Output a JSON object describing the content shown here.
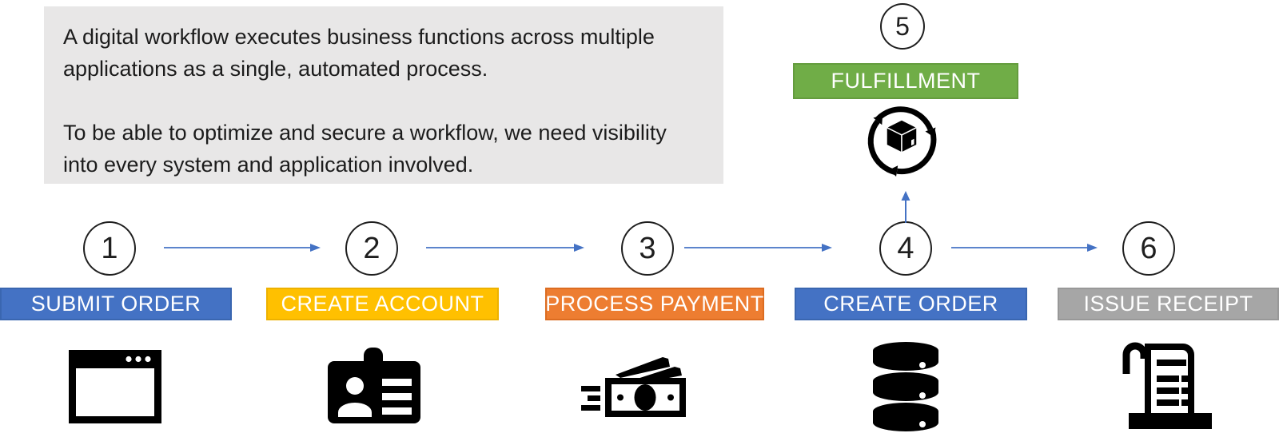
{
  "info_panel": {
    "paragraph1": "A digital workflow executes business functions across multiple applications as a single, automated process.",
    "paragraph2": "To be able to optimize and secure a workflow, we need visibility into every system and application involved."
  },
  "colors": {
    "arrow": "#4472C4",
    "icon": "#000000",
    "panel_bg": "#E8E7E7",
    "circle_outline": "#1F1F1F",
    "label_text": "#FFFFFF"
  },
  "steps": [
    {
      "number": "1",
      "label": "SUBMIT ORDER",
      "fill": "#4472C4",
      "border": "#3A66B0",
      "icon": "browser-window-icon"
    },
    {
      "number": "2",
      "label": "CREATE ACCOUNT",
      "fill": "#FFC000",
      "border": "#EDB100",
      "icon": "id-badge-icon"
    },
    {
      "number": "3",
      "label": "PROCESS PAYMENT",
      "fill": "#ED7D31",
      "border": "#DC6C21",
      "icon": "cash-payment-icon"
    },
    {
      "number": "4",
      "label": "CREATE ORDER",
      "fill": "#4472C4",
      "border": "#3A66B0",
      "icon": "database-icon"
    },
    {
      "number": "5",
      "label": "FULFILLMENT",
      "fill": "#70AD47",
      "border": "#649C3E",
      "icon": "package-sync-icon"
    },
    {
      "number": "6",
      "label": "ISSUE RECEIPT",
      "fill": "#A6A6A6",
      "border": "#989898",
      "icon": "receipt-icon"
    }
  ]
}
